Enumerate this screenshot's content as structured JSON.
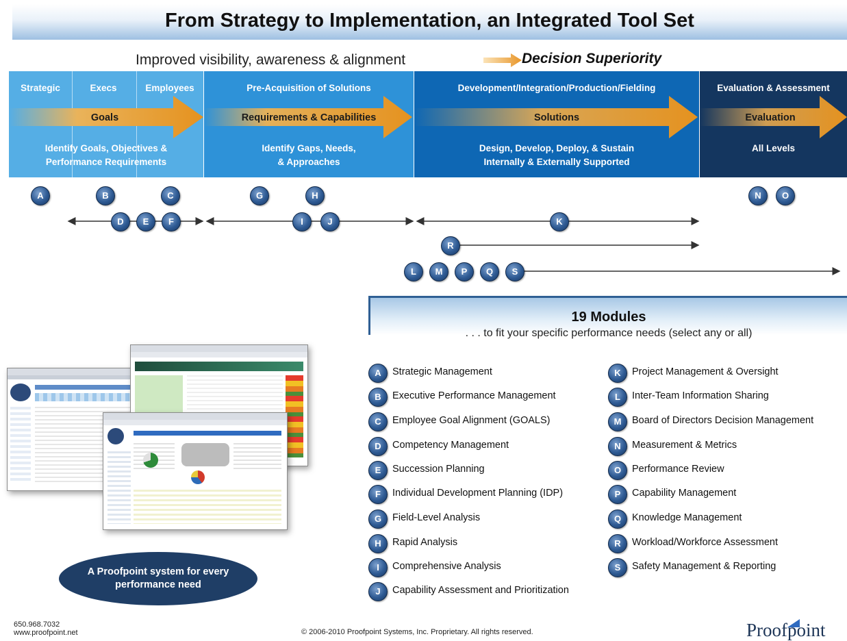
{
  "title": "From Strategy to Implementation, an Integrated Tool Set",
  "subtitle": {
    "left": "Improved visibility, awareness & alignment",
    "right": "Decision Superiority"
  },
  "stages": {
    "goals": {
      "headers": [
        "Strategic",
        "Execs",
        "Employees"
      ],
      "arrow_label": "Goals",
      "description": [
        "Identify Goals, Objectives &",
        "Performance Requirements"
      ]
    },
    "pre_acquisition": {
      "header": "Pre-Acquisition of Solutions",
      "arrow_label": "Requirements & Capabilities",
      "description": [
        "Identify Gaps, Needs,",
        "& Approaches"
      ]
    },
    "development": {
      "header": "Development/Integration/Production/Fielding",
      "arrow_label": "Solutions",
      "description": [
        "Design, Develop, Deploy, & Sustain",
        "Internally & Externally Supported"
      ]
    },
    "evaluation": {
      "header": "Evaluation & Assessment",
      "arrow_label": "Evaluation",
      "description": [
        "All Levels"
      ]
    }
  },
  "timeline_badges": [
    "A",
    "B",
    "C",
    "D",
    "E",
    "F",
    "G",
    "H",
    "I",
    "J",
    "K",
    "N",
    "O",
    "R",
    "L",
    "M",
    "P",
    "Q",
    "S"
  ],
  "modules_header": {
    "title": "19 Modules",
    "subtitle": ". . . to fit your specific performance needs (select any or all)"
  },
  "modules_left": [
    {
      "letter": "A",
      "label": "Strategic Management"
    },
    {
      "letter": "B",
      "label": "Executive Performance Management"
    },
    {
      "letter": "C",
      "label": "Employee Goal Alignment (GOALS)"
    },
    {
      "letter": "D",
      "label": "Competency Management"
    },
    {
      "letter": "E",
      "label": "Succession Planning"
    },
    {
      "letter": "F",
      "label": "Individual Development Planning (IDP)"
    },
    {
      "letter": "G",
      "label": "Field-Level Analysis"
    },
    {
      "letter": "H",
      "label": "Rapid Analysis"
    },
    {
      "letter": "I",
      "label": "Comprehensive Analysis"
    },
    {
      "letter": "J",
      "label": "Capability Assessment and Prioritization"
    }
  ],
  "modules_right": [
    {
      "letter": "K",
      "label": "Project Management & Oversight"
    },
    {
      "letter": "L",
      "label": "Inter-Team Information Sharing"
    },
    {
      "letter": "M",
      "label": "Board of Directors Decision Management"
    },
    {
      "letter": "N",
      "label": "Measurement & Metrics"
    },
    {
      "letter": "O",
      "label": "Performance Review"
    },
    {
      "letter": "P",
      "label": "Capability Management"
    },
    {
      "letter": "Q",
      "label": "Knowledge Management"
    },
    {
      "letter": "R",
      "label": "Workload/Workforce Assessment"
    },
    {
      "letter": "S",
      "label": "Safety Management & Reporting"
    }
  ],
  "oval": [
    "A Proofpoint system for every",
    "performance need"
  ],
  "footer": {
    "phone": "650.968.7032",
    "website": "www.proofpoint.net",
    "copyright": "© 2006-2010 Proofpoint Systems, Inc. Proprietary. All rights reserved.",
    "logo": "Proofpoint"
  },
  "colors": {
    "stage_goals": "#4ea8e2",
    "stage_pre_acquisition": "#2c8fd6",
    "stage_development": "#0d67b3",
    "stage_evaluation": "#14365f",
    "arrow_orange": "#e89a2c",
    "badge": "#2e5a93"
  }
}
